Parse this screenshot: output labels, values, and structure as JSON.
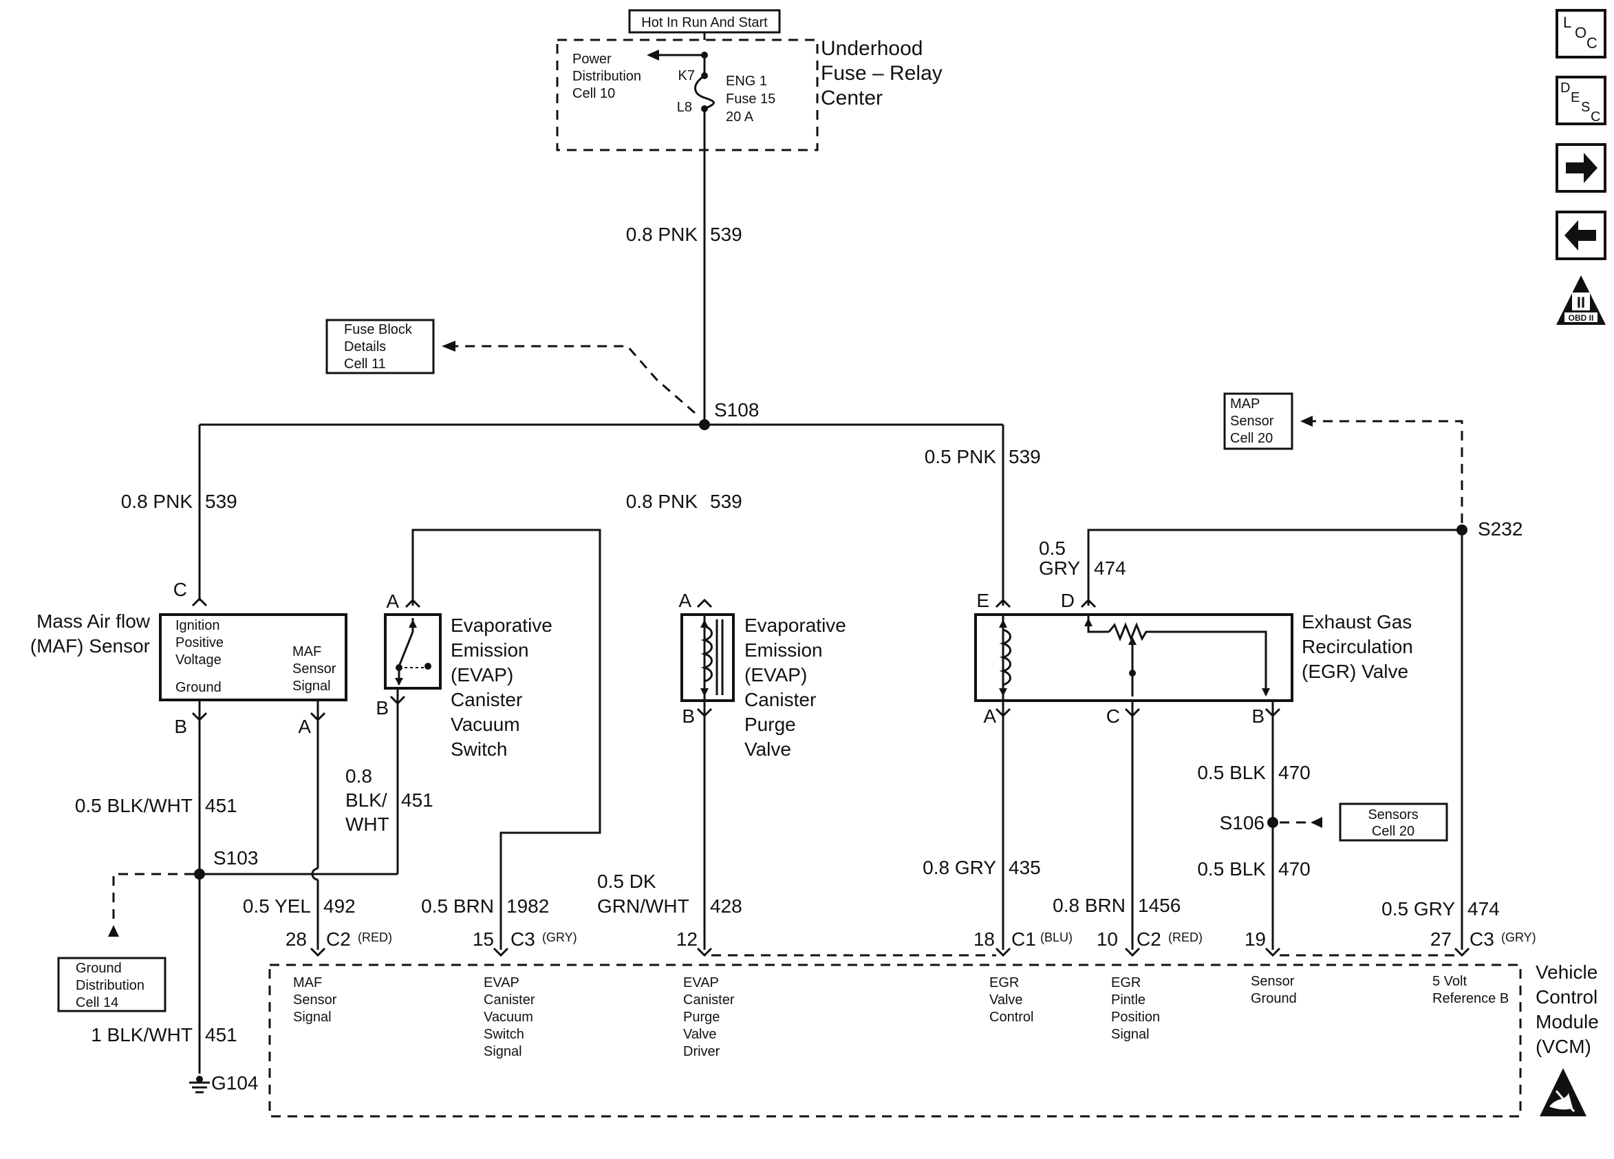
{
  "hot_label": "Hot In Run And Start",
  "fuse_center": {
    "title": [
      "Underhood",
      "Fuse – Relay",
      "Center"
    ],
    "power_dist": [
      "Power",
      "Distribution",
      "Cell 10"
    ],
    "k7": "K7",
    "l8": "L8",
    "fuse": [
      "ENG 1",
      "Fuse 15",
      "20 A"
    ]
  },
  "fuse_block_ref": [
    "Fuse Block",
    "Details",
    "Cell 11"
  ],
  "map_ref": [
    "MAP",
    "Sensor",
    "Cell 20"
  ],
  "sensors_ref": [
    "Sensors",
    "Cell 20"
  ],
  "ground_ref": [
    "Ground",
    "Distribution",
    "Cell 14"
  ],
  "splices": {
    "s108": "S108",
    "s232": "S232",
    "s103": "S103",
    "s106": "S106",
    "g104": "G104"
  },
  "wires": {
    "top": [
      "0.8 PNK",
      "539"
    ],
    "maf_feed": [
      "0.8 PNK",
      "539"
    ],
    "evap_feed": [
      "0.8 PNK",
      "539"
    ],
    "egr_feed": [
      "0.5 PNK",
      "539"
    ],
    "egr_d": [
      "0.5",
      "GRY",
      "474"
    ],
    "maf_gnd": [
      "0.5 BLK/WHT",
      "451"
    ],
    "evap_sw_gnd": [
      "0.8",
      "BLK/",
      "WHT",
      "451"
    ],
    "maf_sig": [
      "0.5 YEL",
      "492"
    ],
    "evap_sw_sig": [
      "0.5 BRN",
      "1982"
    ],
    "purge": [
      "0.5 DK",
      "GRN/WHT",
      "428"
    ],
    "egr_ctl": [
      "0.8 GRY",
      "435"
    ],
    "egr_pos": [
      "0.8 BRN",
      "1456"
    ],
    "egr_gnd1": [
      "0.5 BLK",
      "470"
    ],
    "egr_gnd2": [
      "0.5 BLK",
      "470"
    ],
    "ref5v": [
      "0.5 GRY",
      "474"
    ],
    "ground": [
      "1 BLK/WHT",
      "451"
    ]
  },
  "maf": {
    "title": [
      "Mass Air flow",
      "(MAF) Sensor"
    ],
    "inner_left": [
      "Ignition",
      "Positive",
      "Voltage",
      "Ground"
    ],
    "inner_right": [
      "MAF",
      "Sensor",
      "Signal"
    ],
    "pins": [
      "C",
      "B",
      "A"
    ]
  },
  "evap_switch": {
    "title": [
      "Evaporative",
      "Emission",
      "(EVAP)",
      "Canister",
      "Vacuum",
      "Switch"
    ],
    "pins": [
      "A",
      "B"
    ]
  },
  "evap_purge": {
    "title": [
      "Evaporative",
      "Emission",
      "(EVAP)",
      "Canister",
      "Purge",
      "Valve"
    ],
    "pins": [
      "A",
      "B"
    ]
  },
  "egr": {
    "title": [
      "Exhaust Gas",
      "Recirculation",
      "(EGR) Valve"
    ],
    "pins": [
      "E",
      "D",
      "A",
      "C",
      "B"
    ]
  },
  "connectors": [
    {
      "pin": "28",
      "conn": "C2",
      "color": "(RED)"
    },
    {
      "pin": "15",
      "conn": "C3",
      "color": "(GRY)"
    },
    {
      "pin": "12",
      "conn": "",
      "color": ""
    },
    {
      "pin": "18",
      "conn": "C1",
      "color": "(BLU)"
    },
    {
      "pin": "10",
      "conn": "C2",
      "color": "(RED)"
    },
    {
      "pin": "19",
      "conn": "",
      "color": ""
    },
    {
      "pin": "27",
      "conn": "C3",
      "color": "(GRY)"
    }
  ],
  "vcm": {
    "title": [
      "Vehicle",
      "Control",
      "Module",
      "(VCM)"
    ],
    "labels": [
      [
        "MAF",
        "Sensor",
        "Signal"
      ],
      [
        "EVAP",
        "Canister",
        "Vacuum",
        "Switch",
        "Signal"
      ],
      [
        "EVAP",
        "Canister",
        "Purge",
        "Valve",
        "Driver"
      ],
      [
        "EGR",
        "Valve",
        "Control"
      ],
      [
        "EGR",
        "Pintle",
        "Position",
        "Signal"
      ],
      [
        "Sensor",
        "Ground"
      ],
      [
        "5 Volt",
        "Reference B"
      ]
    ]
  },
  "side_icons": {
    "loc": [
      "L",
      "O",
      "C"
    ],
    "desc": [
      "D",
      "E",
      "S",
      "C"
    ],
    "obd": [
      "II",
      "OBD II"
    ]
  }
}
